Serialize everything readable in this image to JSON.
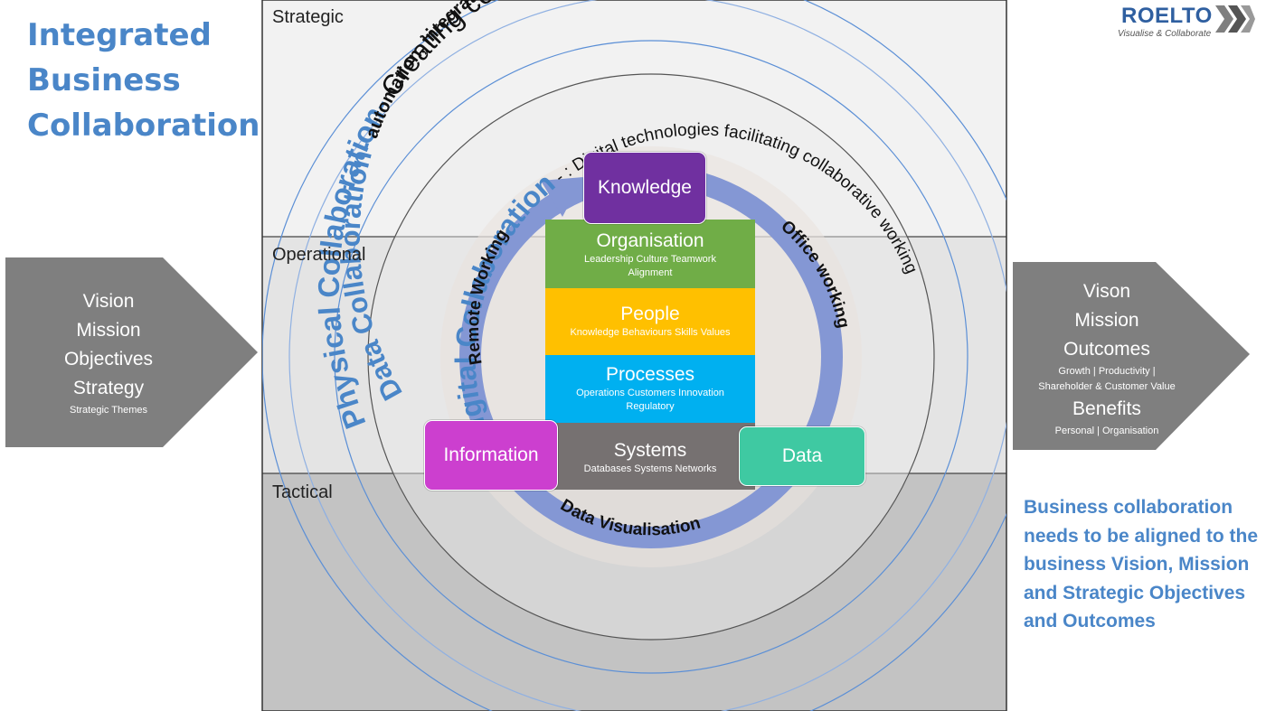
{
  "title": "Integrated Business Collaboration",
  "logo": {
    "word": "ROELTO",
    "tagline": "Visualise & Collaborate"
  },
  "tiers": {
    "strategic": "Strategic",
    "operational": "Operational",
    "tactical": "Tactical"
  },
  "left_arrow": {
    "lines": [
      "Vision",
      "Mission",
      "Objectives",
      "Strategy"
    ],
    "sub": "Strategic Themes"
  },
  "right_arrow": {
    "vison": "Vison",
    "mission": "Mission",
    "outcomes": "Outcomes",
    "outcomes_sub1": "Growth | Productivity |",
    "outcomes_sub2": "Shareholder & Customer Value",
    "benefits": "Benefits",
    "benefits_sub": "Personal | Organisation"
  },
  "arcs": {
    "physical_title": "Physical Collaboration-",
    "physical_desc": " Creating collaborative business relationships",
    "data_title": "Data Collaboration-",
    "data_desc": " automation, integration and visualisation",
    "digital_title": "Digital Collaboration",
    "digital_desc": " - : Digital technologies facilitating collaborative working"
  },
  "cycle": {
    "remote": "Remote Working",
    "office": "Office working",
    "dataviz": "Data Visualisation"
  },
  "blocks": {
    "knowledge": "Knowledge",
    "organisation": {
      "title": "Organisation",
      "sub": "Leadership Culture Teamwork Alignment"
    },
    "people": {
      "title": "People",
      "sub": "Knowledge Behaviours Skills Values"
    },
    "processes": {
      "title": "Processes",
      "sub": "Operations Customers Innovation Regulatory"
    },
    "systems": {
      "title": "Systems",
      "sub": "Databases Systems Networks"
    },
    "information": "Information",
    "data": "Data"
  },
  "right_note": "Business collaboration needs to be aligned to the business Vision, Mission and Strategic Objectives and Outcomes",
  "colors": {
    "title_blue": "#4a86c8",
    "knowledge": "#7030a0",
    "organisation": "#70ad47",
    "people": "#ffc000",
    "processes": "#00b0f0",
    "systems": "#767171",
    "information": "#cc3fcf",
    "data": "#3fc9a2",
    "cycle_arrow": "#8497d4",
    "arrow_grey": "#7f7f7f"
  }
}
